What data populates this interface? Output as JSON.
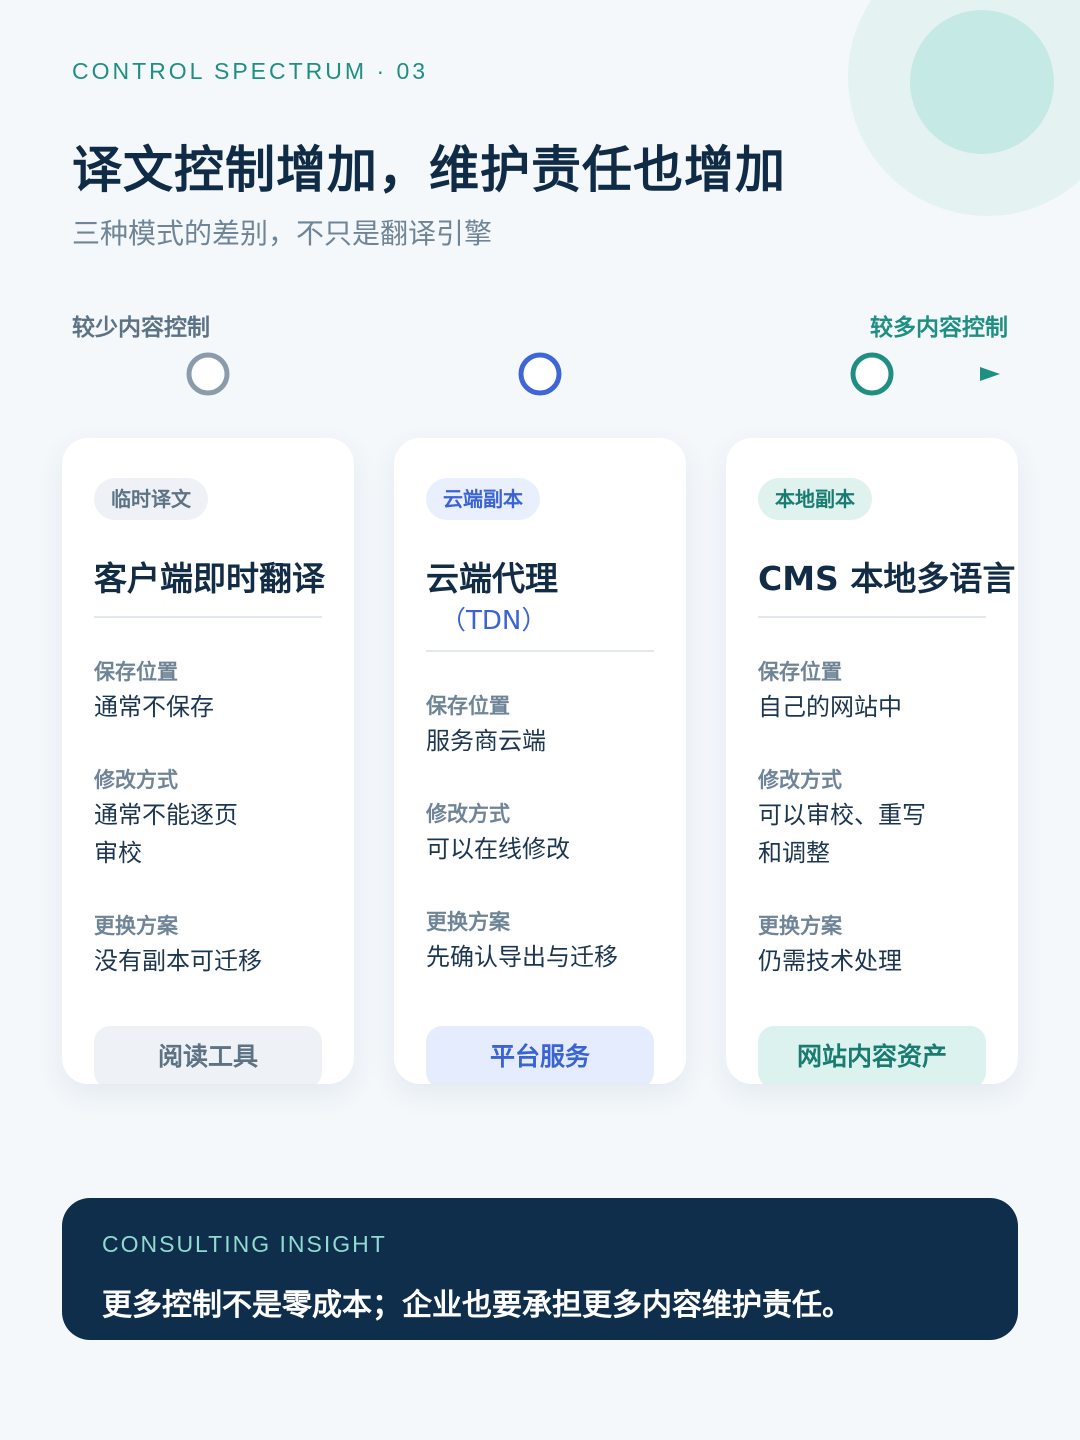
{
  "header": {
    "eyebrow": "CONTROL SPECTRUM · 03",
    "title": "译文控制增加，维护责任也增加",
    "subtitle": "三种模式的差别，不只是翻译引擎"
  },
  "spectrum": {
    "left_label": "较少内容控制",
    "right_label": "较多内容控制",
    "colors": {
      "start": "#8a9bab",
      "mid": "#3f66d6",
      "end": "#1f8f83"
    }
  },
  "cards": [
    {
      "tag": "临时译文",
      "title": "客户端即时翻译",
      "title_sub": "",
      "fields": [
        {
          "label": "保存位置",
          "value": "通常不保存"
        },
        {
          "label": "修改方式",
          "value": "通常不能逐页审校"
        },
        {
          "label": "更换方案",
          "value": "没有副本可迁移"
        }
      ],
      "footer": "阅读工具"
    },
    {
      "tag": "云端副本",
      "title": "云端代理",
      "title_sub": "（TDN）",
      "fields": [
        {
          "label": "保存位置",
          "value": "服务商云端"
        },
        {
          "label": "修改方式",
          "value": "可以在线修改"
        },
        {
          "label": "更换方案",
          "value": "先确认导出与迁移"
        }
      ],
      "footer": "平台服务"
    },
    {
      "tag": "本地副本",
      "title": "CMS 本地多语言",
      "title_sub": "",
      "fields": [
        {
          "label": "保存位置",
          "value": "自己的网站中"
        },
        {
          "label": "修改方式",
          "value": "可以审校、重写和调整"
        },
        {
          "label": "更换方案",
          "value": "仍需技术处理"
        }
      ],
      "footer": "网站内容资产"
    }
  ],
  "insight": {
    "label": "CONSULTING INSIGHT",
    "text": "更多控制不是零成本；企业也要承担更多内容维护责任。"
  }
}
